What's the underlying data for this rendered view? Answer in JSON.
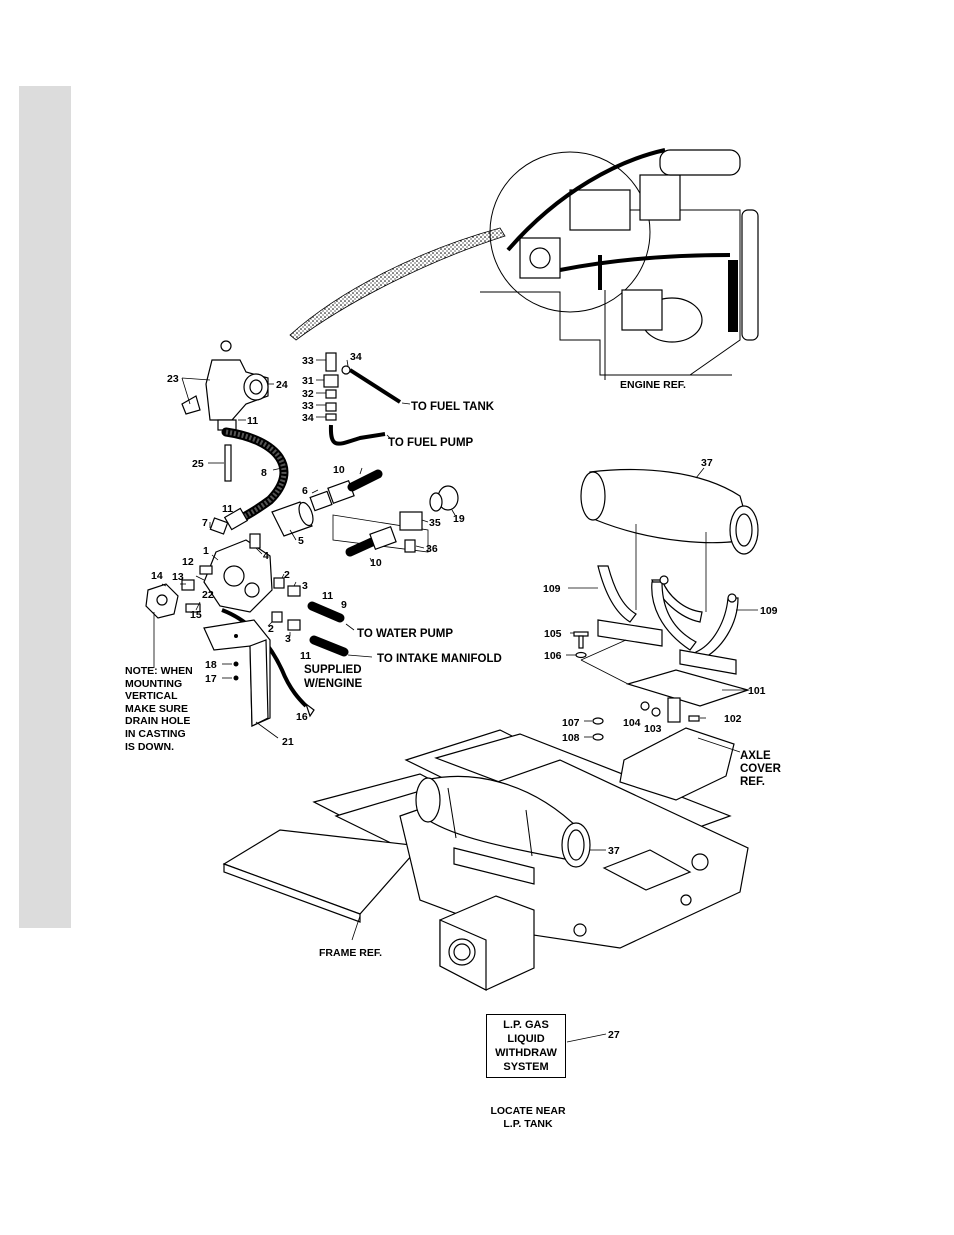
{
  "labels": {
    "engine_ref": "ENGINE REF.",
    "to_fuel_tank": "TO FUEL TANK",
    "to_fuel_pump": "TO FUEL PUMP",
    "to_water_pump": "TO WATER PUMP",
    "to_intake_manifold": "TO INTAKE MANIFOLD",
    "supplied_line1": "SUPPLIED",
    "supplied_line2": "W/ENGINE",
    "axle_line1": "AXLE",
    "axle_line2": "COVER",
    "axle_line3": "REF.",
    "frame_ref": "FRAME REF.",
    "note": "NOTE: WHEN\nMOUNTING\nVERTICAL\nMAKE SURE\nDRAIN HOLE\nIN CASTING\nIS DOWN.",
    "decal": "L.P. GAS\nLIQUID\nWITHDRAW\nSYSTEM",
    "locate": "LOCATE NEAR\nL.P. TANK"
  },
  "callouts": {
    "c1": "1",
    "c2a": "2",
    "c2b": "2",
    "c3a": "3",
    "c3b": "3",
    "c4": "4",
    "c5": "5",
    "c6": "6",
    "c7": "7",
    "c8": "8",
    "c9": "9",
    "c10a": "10",
    "c10b": "10",
    "c11a": "11",
    "c11b": "11",
    "c11c": "11",
    "c11d": "11",
    "c12": "12",
    "c13": "13",
    "c14": "14",
    "c15": "15",
    "c16": "16",
    "c17": "17",
    "c18": "18",
    "c19": "19",
    "c21": "21",
    "c22": "22",
    "c23": "23",
    "c24": "24",
    "c25": "25",
    "c27": "27",
    "c31": "31",
    "c32": "32",
    "c33a": "33",
    "c33b": "33",
    "c34a": "34",
    "c34b": "34",
    "c35": "35",
    "c36": "36",
    "c37a": "37",
    "c37b": "37",
    "c101": "101",
    "c102": "102",
    "c103": "103",
    "c104": "104",
    "c105": "105",
    "c106": "106",
    "c107": "107",
    "c108": "108",
    "c109a": "109",
    "c109b": "109"
  }
}
